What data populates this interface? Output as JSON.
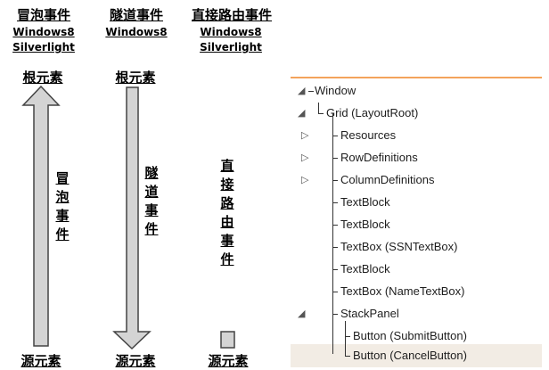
{
  "columns": [
    {
      "title": "冒泡事件",
      "platforms": [
        "Windows8",
        "Silverlight"
      ],
      "top_label": "根元素",
      "bottom_label": "源元素",
      "vertical_label": "冒泡事件",
      "direction": "up"
    },
    {
      "title": "隧道事件",
      "platforms": [
        "Windows8"
      ],
      "top_label": "根元素",
      "bottom_label": "源元素",
      "vertical_label": "隧道事件",
      "direction": "down"
    },
    {
      "title": "直接路由事件",
      "platforms": [
        "Windows8",
        "Silverlight"
      ],
      "top_label": "",
      "bottom_label": "源元素",
      "vertical_label": "直接路由事件",
      "direction": "none"
    }
  ],
  "tree": {
    "accent_color": "#f3a35c",
    "items": [
      {
        "label": "Window",
        "expander": "expanded"
      },
      {
        "label": "Grid (LayoutRoot)",
        "expander": "expanded"
      },
      {
        "label": "Resources",
        "expander": "collapsed"
      },
      {
        "label": "RowDefinitions",
        "expander": "collapsed"
      },
      {
        "label": "ColumnDefinitions",
        "expander": "collapsed"
      },
      {
        "label": "TextBlock",
        "expander": "none"
      },
      {
        "label": "TextBlock",
        "expander": "none"
      },
      {
        "label": "TextBox (SSNTextBox)",
        "expander": "none"
      },
      {
        "label": "TextBlock",
        "expander": "none"
      },
      {
        "label": "TextBox (NameTextBox)",
        "expander": "none"
      },
      {
        "label": "StackPanel",
        "expander": "expanded"
      },
      {
        "label": "Button (SubmitButton)",
        "expander": "none"
      },
      {
        "label": "Button (CancelButton)",
        "expander": "none",
        "selected": true
      }
    ]
  }
}
